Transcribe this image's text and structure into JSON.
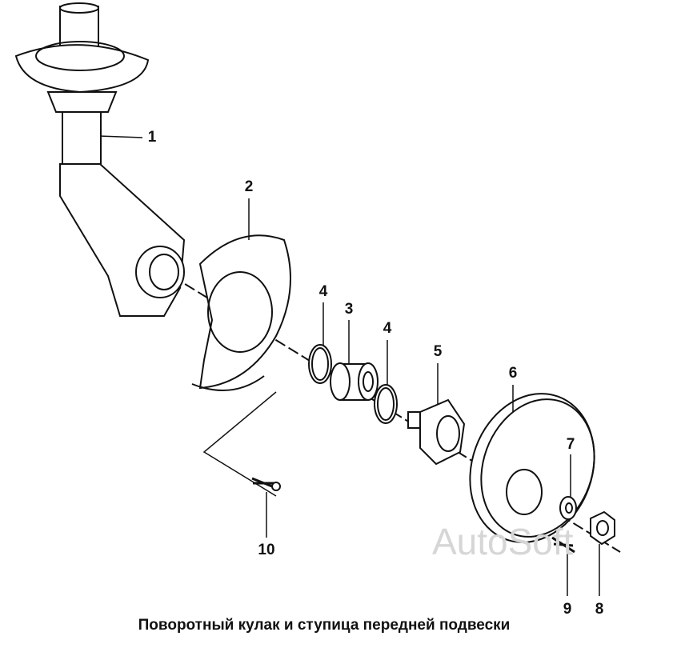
{
  "caption": "Поворотный кулак и ступица передней подвески",
  "watermark": "AutoSoft",
  "callouts": [
    {
      "number": "1",
      "part": "strut"
    },
    {
      "number": "2",
      "part": "brake-shield"
    },
    {
      "number": "3",
      "part": "bearing"
    },
    {
      "number": "4",
      "part": "retaining-ring-inner"
    },
    {
      "number": "4",
      "part": "retaining-ring-outer"
    },
    {
      "number": "5",
      "part": "hub"
    },
    {
      "number": "6",
      "part": "brake-disc"
    },
    {
      "number": "7",
      "part": "washer"
    },
    {
      "number": "8",
      "part": "nut"
    },
    {
      "number": "9",
      "part": "disc-screw"
    },
    {
      "number": "10",
      "part": "shield-bolt"
    }
  ],
  "colors": {
    "line": "#111111",
    "watermark": "#d6d6d6"
  }
}
